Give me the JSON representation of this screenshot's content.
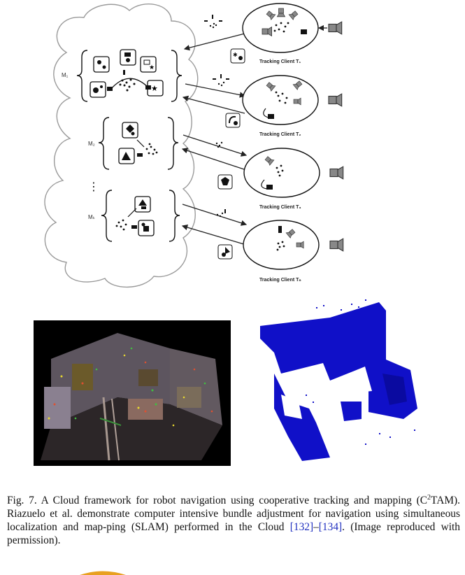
{
  "diagram": {
    "maps": [
      {
        "id": "m1",
        "label": "M₁"
      },
      {
        "id": "m2",
        "label": "M₂"
      },
      {
        "id": "mk",
        "label": "Mₖ"
      }
    ],
    "ellipsis": "⋮",
    "clients": [
      {
        "id": "t1",
        "label": "Tracking Client  T₁"
      },
      {
        "id": "t2",
        "label": "Tracking Client  T₂"
      },
      {
        "id": "t3",
        "label": "Tracking Client  T₃"
      },
      {
        "id": "tn",
        "label": "Tracking Client  Tₙ"
      }
    ]
  },
  "images": {
    "point_cloud_photo": "colored-point-cloud-room-reconstruction",
    "voxel_map": "blue-voxel-occupancy-map",
    "voxel_color": "#1010c8"
  },
  "caption": {
    "prefix": "Fig. 7.  A Cloud framework for robot navigation using cooperative tracking and mapping (C",
    "sup": "2",
    "mid": "TAM). Riazuelo et al. demonstrate computer intensive bundle adjustment for navigation using simultaneous localization and map-ping (SLAM) performed in the Cloud ",
    "ref1": "[132]",
    "dash": "–",
    "ref2": "[134]",
    "suffix": ". (Image reproduced with permission)."
  }
}
